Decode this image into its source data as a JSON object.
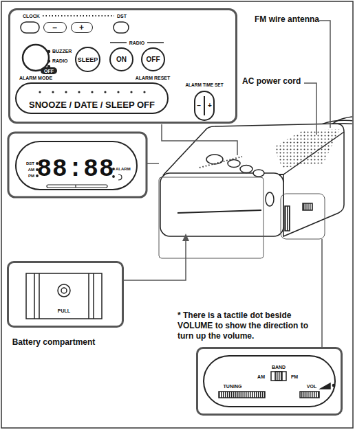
{
  "diagram": {
    "nodes": [
      {
        "text": [
          "CLOCK",
          "DST",
          "BUZZER",
          "RADIO",
          "ALARM MODE",
          "RADIO",
          "ALARM RESET",
          "ALARM TIME SET"
        ]
      },
      {
        "text": [
          "–"
        ],
        "in": 0
      },
      {
        "text": [
          "+"
        ],
        "in": 0
      },
      {
        "text": [
          "OFF"
        ],
        "in": 0
      },
      {
        "text": [
          "SLEEP"
        ],
        "in": 0
      },
      {
        "text": [
          "ON"
        ],
        "in": 0
      },
      {
        "text": [
          "OFF"
        ],
        "in": 0
      },
      {
        "text": [
          "SNOOZE / DATE / SLEEP OFF"
        ],
        "in": 0
      },
      {
        "text": [
          "–",
          "+"
        ],
        "in": 0
      },
      {
        "text": [
          "DST",
          "AM",
          "PM",
          "88:88",
          "ALARM"
        ]
      },
      {
        "text": [
          "PULL",
          "Battery compartment"
        ]
      },
      {
        "text": [
          "BAND",
          "AM",
          "FM",
          "TUNING",
          "VOL"
        ]
      }
    ],
    "labels": [
      "FM wire antenna",
      "AC power cord",
      "* There is a tactile dot beside VOLUME to show the direction to turn up the volume."
    ]
  }
}
